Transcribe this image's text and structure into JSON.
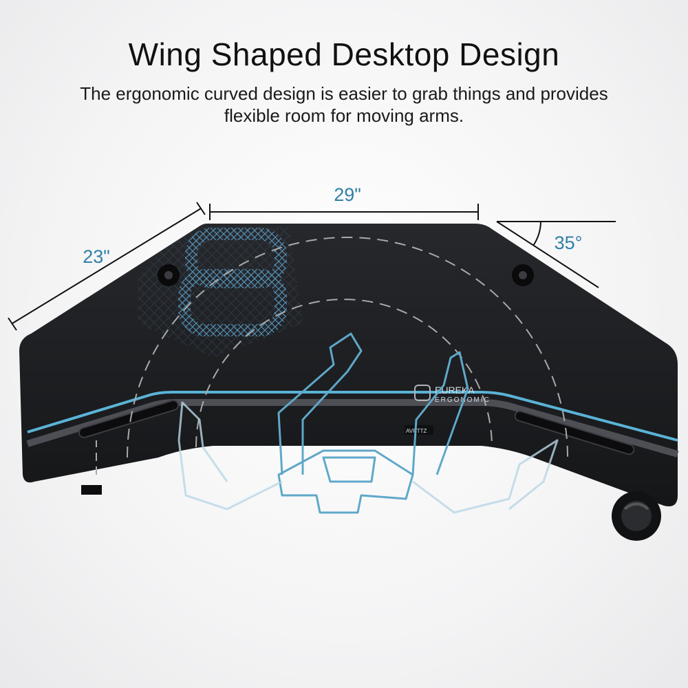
{
  "header": {
    "title": "Wing Shaped Desktop Design",
    "subtitle": "The ergonomic curved design is easier to grab things and provides flexible room for moving arms."
  },
  "dimensions": {
    "width_label": "29\"",
    "depth_label": "23\"",
    "angle_label": "35°"
  },
  "brand": {
    "name": "EUREKA",
    "tagline": "ERGONOMIC",
    "panel_label": "AVRTTZ"
  },
  "colors": {
    "accent": "#5ab3d6",
    "dimension": "#2f7fa6",
    "desk": "#1b1c1f"
  }
}
